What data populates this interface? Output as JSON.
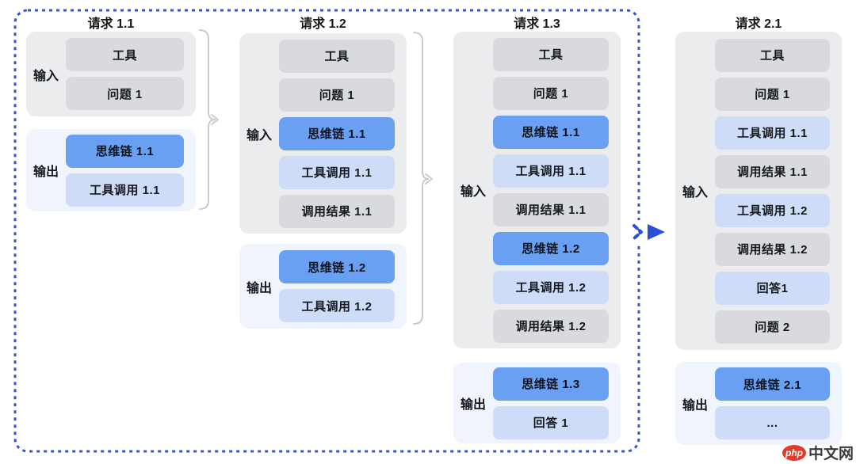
{
  "diagram": {
    "columns": [
      {
        "title": "请求 1.1",
        "input": {
          "label": "输入",
          "boxes": [
            {
              "text": "工具",
              "style": "gray"
            },
            {
              "text": "问题 1",
              "style": "gray"
            }
          ]
        },
        "output": {
          "label": "输出",
          "boxes": [
            {
              "text": "思维链 1.1",
              "style": "blue"
            },
            {
              "text": "工具调用 1.1",
              "style": "lightblue"
            }
          ]
        }
      },
      {
        "title": "请求 1.2",
        "input": {
          "label": "输入",
          "boxes": [
            {
              "text": "工具",
              "style": "gray"
            },
            {
              "text": "问题 1",
              "style": "gray"
            },
            {
              "text": "思维链 1.1",
              "style": "blue"
            },
            {
              "text": "工具调用 1.1",
              "style": "lightblue"
            },
            {
              "text": "调用结果 1.1",
              "style": "gray"
            }
          ]
        },
        "output": {
          "label": "输出",
          "boxes": [
            {
              "text": "思维链 1.2",
              "style": "blue"
            },
            {
              "text": "工具调用 1.2",
              "style": "lightblue"
            }
          ]
        }
      },
      {
        "title": "请求 1.3",
        "input": {
          "label": "输入",
          "boxes": [
            {
              "text": "工具",
              "style": "gray"
            },
            {
              "text": "问题 1",
              "style": "gray"
            },
            {
              "text": "思维链 1.1",
              "style": "blue"
            },
            {
              "text": "工具调用 1.1",
              "style": "lightblue"
            },
            {
              "text": "调用结果 1.1",
              "style": "gray"
            },
            {
              "text": "思维链 1.2",
              "style": "blue"
            },
            {
              "text": "工具调用 1.2",
              "style": "lightblue"
            },
            {
              "text": "调用结果 1.2",
              "style": "gray"
            }
          ]
        },
        "output": {
          "label": "输出",
          "boxes": [
            {
              "text": "思维链 1.3",
              "style": "blue"
            },
            {
              "text": "回答 1",
              "style": "lightblue"
            }
          ]
        }
      },
      {
        "title": "请求 2.1",
        "input": {
          "label": "输入",
          "boxes": [
            {
              "text": "工具",
              "style": "gray"
            },
            {
              "text": "问题 1",
              "style": "gray"
            },
            {
              "text": "工具调用 1.1",
              "style": "lightblue"
            },
            {
              "text": "调用结果 1.1",
              "style": "gray"
            },
            {
              "text": "工具调用 1.2",
              "style": "lightblue"
            },
            {
              "text": "调用结果 1.2",
              "style": "gray"
            },
            {
              "text": "回答1",
              "style": "lightblue"
            },
            {
              "text": "问题 2",
              "style": "gray"
            }
          ]
        },
        "output": {
          "label": "输出",
          "boxes": [
            {
              "text": "思维链 2.1",
              "style": "blue"
            },
            {
              "text": "...",
              "style": "lightblue"
            }
          ]
        }
      }
    ]
  },
  "colors": {
    "boundary_blue": "#3454d1",
    "arrow_blue": "#2b4fd9",
    "blue_box": "#6aa0f1",
    "light_blue_box": "#cfdcf8",
    "gray_box": "#d8dadd",
    "input_group_bg": "#eaecee",
    "output_group_bg": "#f0f4fc",
    "brace_gray": "#c9cbcf"
  },
  "watermark": {
    "logo": "php",
    "site": "中文网"
  }
}
